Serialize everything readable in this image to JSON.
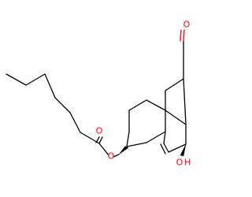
{
  "molecule": {
    "atoms": {
      "o_ketone": "O",
      "o_hydroxyl": "O",
      "h_hydroxyl": "H",
      "o_ester": "O",
      "o_carbonyl": "O"
    },
    "colors": {
      "bond": "#000000",
      "heteroatom": "#ff0000",
      "background": "#ffffff"
    }
  }
}
